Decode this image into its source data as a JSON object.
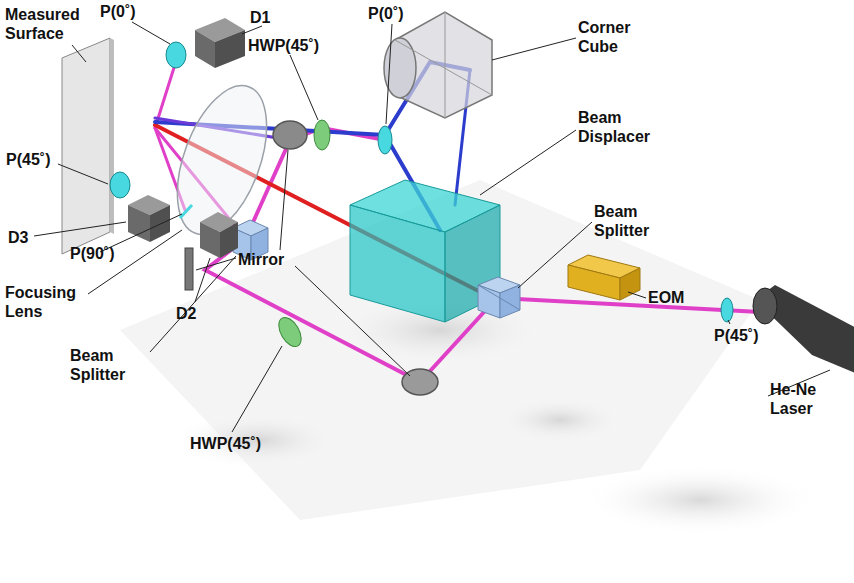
{
  "diagram": {
    "labels": [
      "Measured Surface",
      "P(0˚)",
      "D1",
      "HWP(45˚)",
      "P(0˚)",
      "Corner Cube",
      "Beam Displacer",
      "Beam Splitter",
      "EOM",
      "P(45˚)",
      "He-Ne Laser",
      "P(45˚)",
      "D3",
      "P(90˚)",
      "Focusing Lens",
      "D2",
      "Mirror",
      "Beam Splitter",
      "HWP(45˚)"
    ]
  }
}
